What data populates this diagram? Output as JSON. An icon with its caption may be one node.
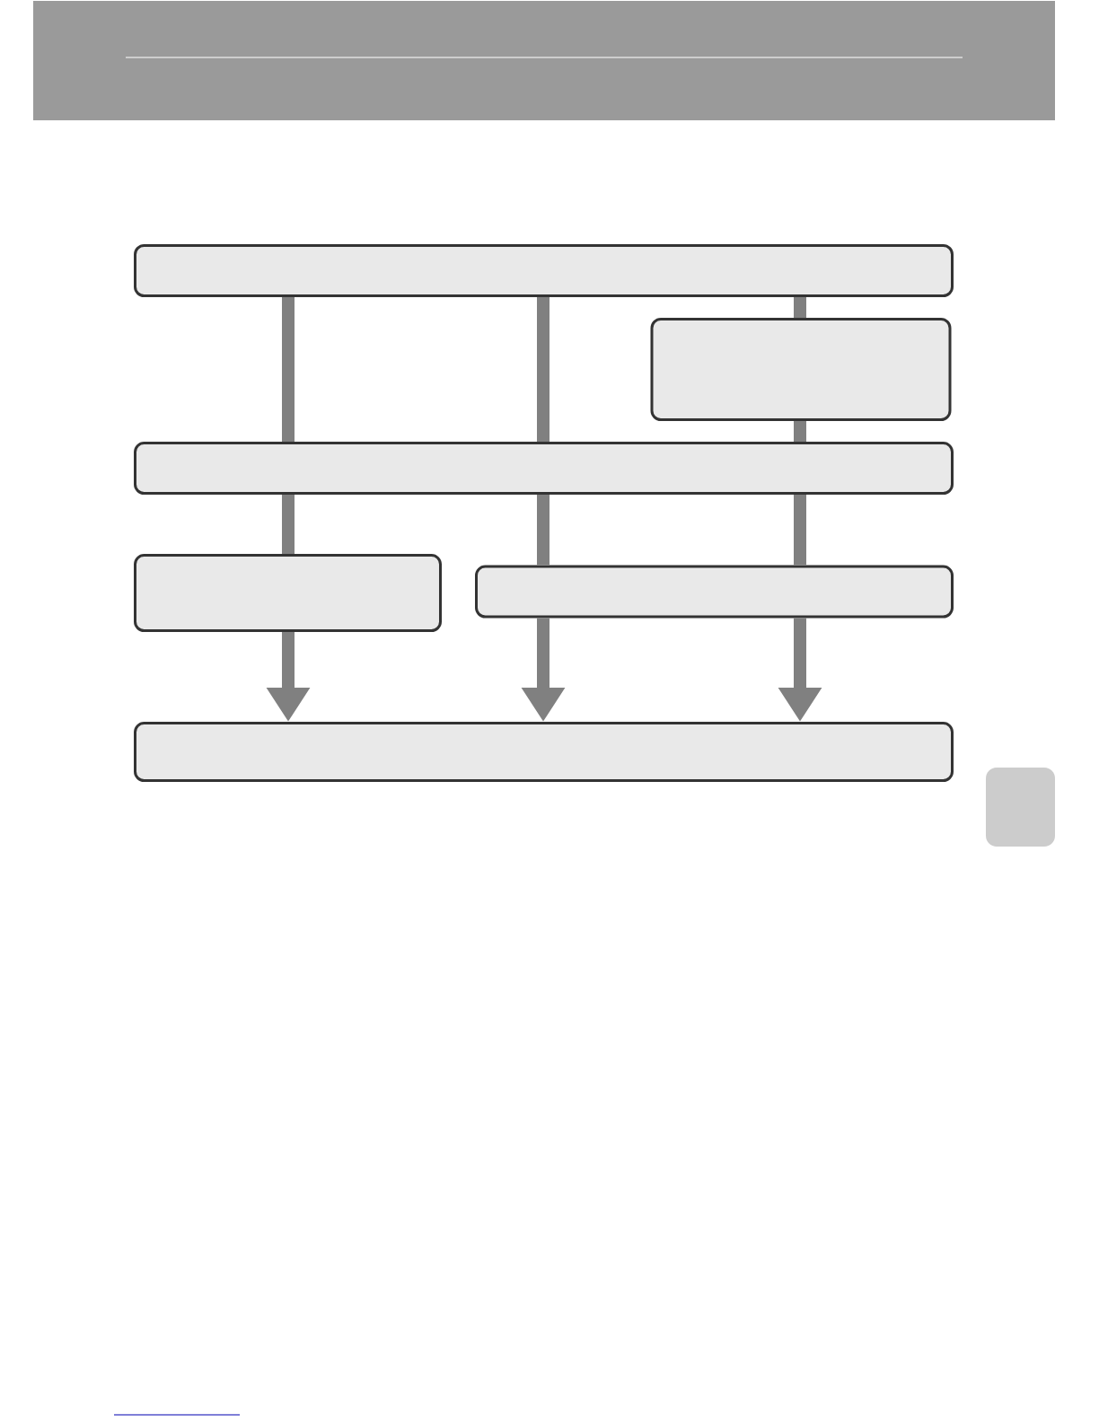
{
  "diagram": {
    "nodes": [
      {
        "text": [],
        "shape": "box"
      },
      {
        "text": [],
        "shape": "box"
      },
      {
        "text": [],
        "shape": "box"
      },
      {
        "text": [],
        "shape": "box"
      },
      {
        "text": [],
        "shape": "box"
      },
      {
        "text": [],
        "shape": "box"
      }
    ],
    "edges": [
      {
        "from": 0,
        "to": 2,
        "arrow": "none"
      },
      {
        "from": 2,
        "to": 3,
        "arrow": "none"
      },
      {
        "from": 3,
        "to": 5,
        "arrow": "to"
      },
      {
        "from": 0,
        "to": 2,
        "arrow": "none"
      },
      {
        "from": 2,
        "to": 4,
        "arrow": "none"
      },
      {
        "from": 4,
        "to": 5,
        "arrow": "to"
      },
      {
        "from": 0,
        "to": 1,
        "arrow": "none"
      },
      {
        "from": 1,
        "to": 2,
        "arrow": "none"
      },
      {
        "from": 2,
        "to": 4,
        "arrow": "none"
      },
      {
        "from": 4,
        "to": 5,
        "arrow": "to"
      }
    ]
  }
}
